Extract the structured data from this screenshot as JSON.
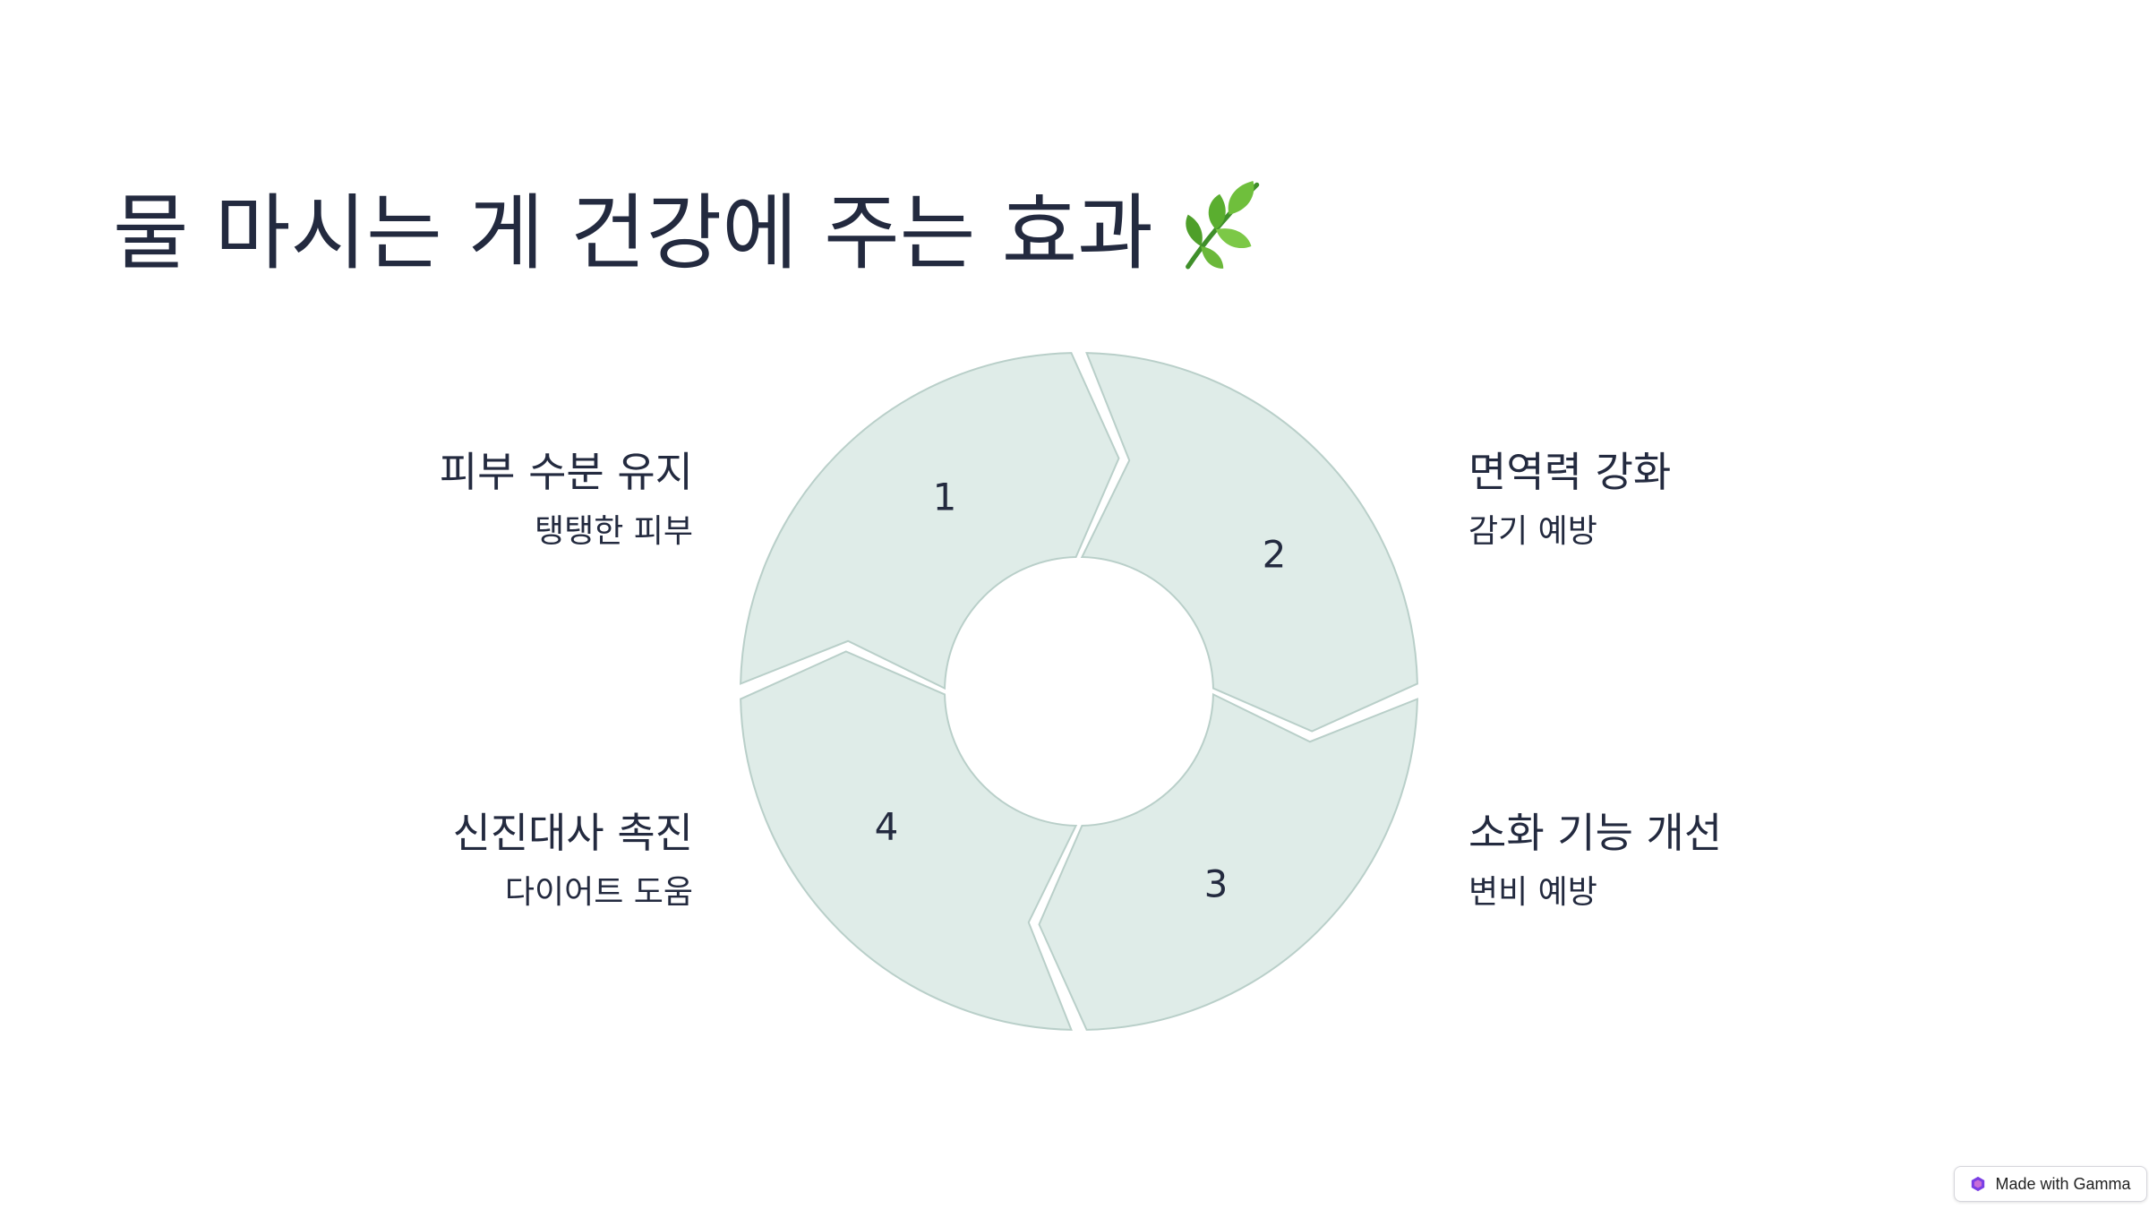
{
  "title": "물 마시는 게 건강에 주는 효과",
  "title_icon": "leaf-icon",
  "cycle": {
    "segment_fill": "#dfece8",
    "segment_stroke": "#b9cfc9",
    "segments": [
      {
        "number": "1",
        "heading": "피부 수분 유지",
        "sub": "탱탱한 피부"
      },
      {
        "number": "2",
        "heading": "면역력 강화",
        "sub": "감기 예방"
      },
      {
        "number": "3",
        "heading": "소화 기능 개선",
        "sub": "변비 예방"
      },
      {
        "number": "4",
        "heading": "신진대사 촉진",
        "sub": "다이어트 도움"
      }
    ]
  },
  "badge": {
    "label": "Made with Gamma",
    "icon": "gamma-logo-icon"
  }
}
